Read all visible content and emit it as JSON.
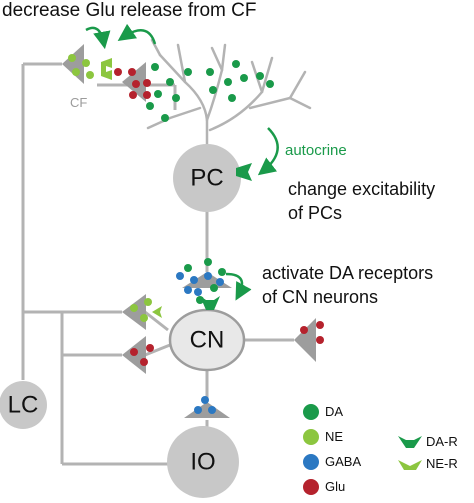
{
  "title": "decrease Glu release from CF",
  "labels": {
    "cf": "CF",
    "autocrine": "autocrine",
    "pc_effect_line1": "change excitability",
    "pc_effect_line2": "of PCs",
    "cn_effect_line1": "activate DA receptors",
    "cn_effect_line2": "of CN neurons"
  },
  "nodes": {
    "pc": "PC",
    "cn": "CN",
    "io": "IO",
    "lc": "LC"
  },
  "legend": {
    "molecules": [
      {
        "label": "DA",
        "color": "#1a9a4a"
      },
      {
        "label": "NE",
        "color": "#8cc63f"
      },
      {
        "label": "GABA",
        "color": "#2b78c2"
      },
      {
        "label": "Glu",
        "color": "#b5222d"
      }
    ],
    "receptors": [
      {
        "label": "DA-R",
        "color": "#1a9a4a"
      },
      {
        "label": "NE-R",
        "color": "#8cc63f"
      }
    ]
  },
  "colors": {
    "da": "#1a9a4a",
    "ne": "#8cc63f",
    "gaba": "#2b78c2",
    "glu": "#b5222d",
    "line": "#b3b3b3",
    "node": "#c8c8c8",
    "terminal": "#9d9d9d",
    "arrow": "#1a9a4a"
  }
}
